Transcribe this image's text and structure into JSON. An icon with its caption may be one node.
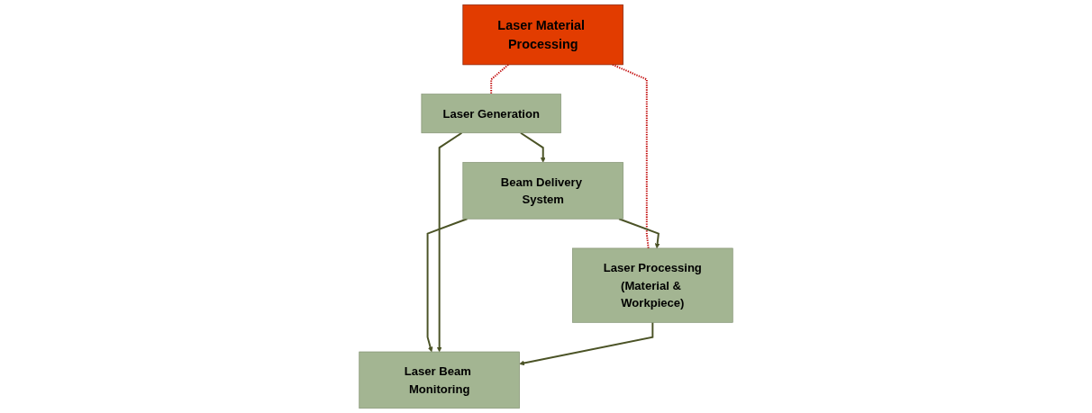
{
  "diagram": {
    "nodes": [
      {
        "text": [
          "Laser Material Processing"
        ]
      },
      {
        "text": [
          "Laser Generation"
        ]
      },
      {
        "text": [
          "Beam Delivery System"
        ]
      },
      {
        "text": [
          "Laser Processing",
          "(Material & Workpiece)"
        ]
      },
      {
        "text": [
          "Laser Beam Monitoring"
        ]
      }
    ],
    "edges": [
      {
        "from": 0,
        "to": 1,
        "arrow": "none",
        "style": "dashed",
        "color": "#c00000"
      },
      {
        "from": 0,
        "to": 3,
        "arrow": "none",
        "style": "dashed",
        "color": "#c00000"
      },
      {
        "from": 1,
        "to": 2,
        "arrow": "to"
      },
      {
        "from": 2,
        "to": 3,
        "arrow": "to"
      },
      {
        "from": 2,
        "to": 4,
        "arrow": "to"
      },
      {
        "from": 1,
        "to": 4,
        "arrow": "to"
      },
      {
        "from": 3,
        "to": 4,
        "arrow": "to"
      }
    ]
  }
}
